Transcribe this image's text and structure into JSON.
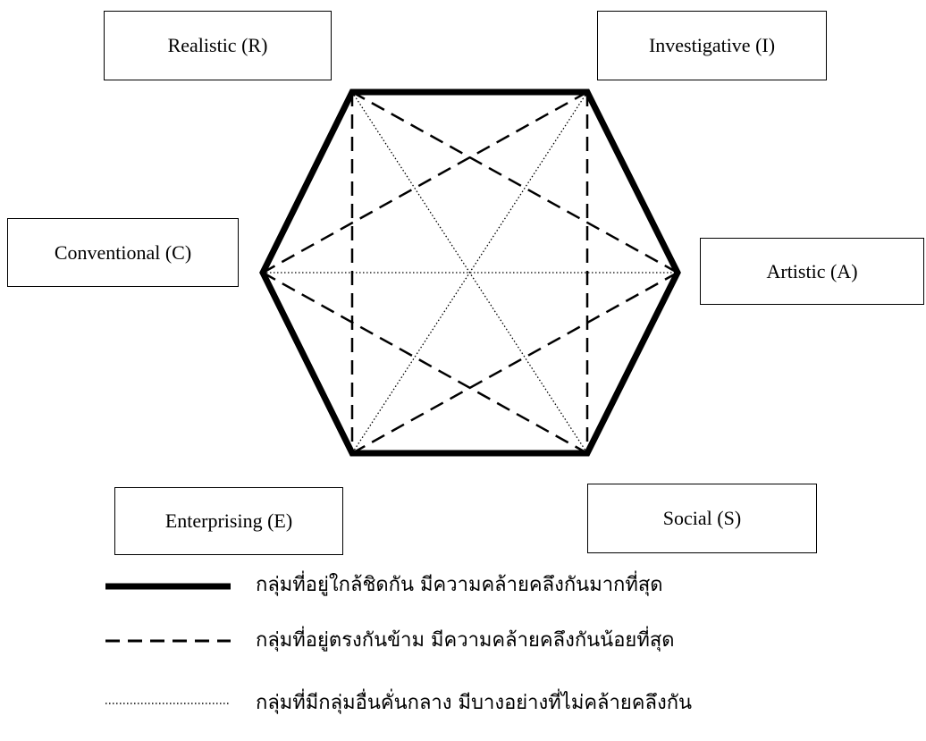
{
  "nodes": {
    "realistic": "Realistic (R)",
    "investigative": "Investigative (I)",
    "conventional": "Conventional (C)",
    "artistic": "Artistic (A)",
    "enterprising": "Enterprising (E)",
    "social": "Social (S)"
  },
  "legend": {
    "solid": "กลุ่มที่อยู่ใกล้ชิดกัน  มีความคล้ายคลึงกันมากที่สุด",
    "dashed": "กลุ่มที่อยู่ตรงกันข้าม  มีความคล้ายคลึงกันน้อยที่สุด",
    "dotted": "กลุ่มที่มีกลุ่มอื่นคั่นกลาง  มีบางอย่างที่ไม่คล้ายคลึงกัน"
  },
  "colors": {
    "line": "#000000",
    "background": "#ffffff"
  }
}
